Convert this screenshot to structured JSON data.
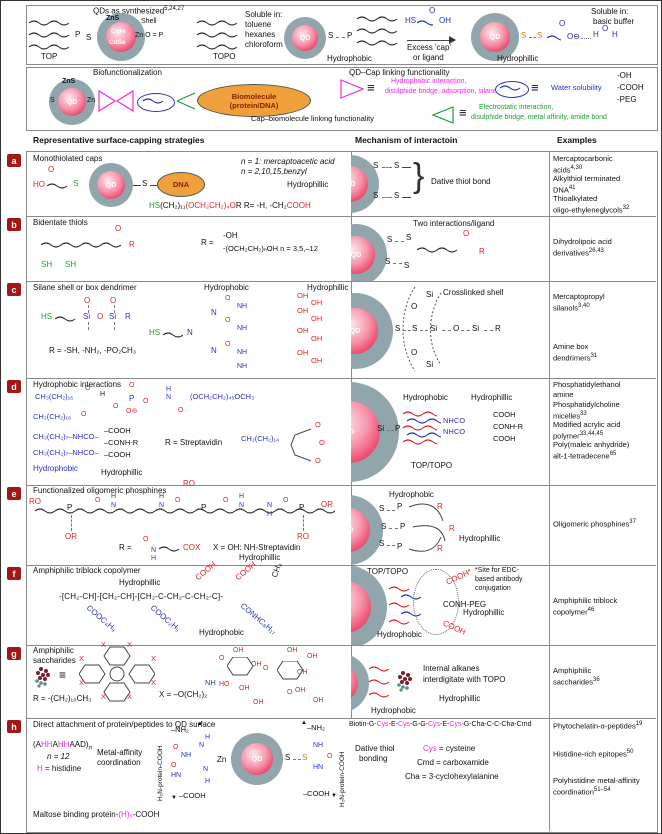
{
  "panel1": {
    "title": "QDs as synthesized",
    "sup": "5,24,27",
    "top": "TOP",
    "topo": "TOPO",
    "p1": "P",
    "s1": "S",
    "zns": "ZnS",
    "shell": "Shell",
    "core": "Core",
    "cdse": "CdSe",
    "znop": "Zn O = P",
    "sol": [
      "Soluble in:",
      "toluene",
      "hexanes",
      "chloroform"
    ],
    "qd1": "QD",
    "s2": "S",
    "p2": "P",
    "hydrophobic": "Hydrophobic",
    "hs": "HS",
    "o1": "O",
    "oh": "OH",
    "ex1": "Excess 'cap'",
    "ex2": "or ligand",
    "qd2": "QD",
    "s3": "S",
    "s4": "S",
    "o2": "O",
    "ominus": "O⊖",
    "h1": "H",
    "o3": "O",
    "h2": "H",
    "hydrophillic": "Hydrophillic",
    "sol2": [
      "Soluble in:",
      "basic buffer"
    ]
  },
  "panel2": {
    "title": "Biofunctionalization",
    "zns": "ZnS",
    "s": "S",
    "qd": "QD",
    "zn": "Zn",
    "bio1": "Biomolecule",
    "bio2": "(protein/DNA)",
    "qdcap": "QD–Cap linking functionality",
    "mag1": "Hydrophobic interaction,",
    "mag2": "disulphide bridge, adsorption, silane",
    "water": "Water solubility",
    "oh": "-OH",
    "cooh": "-COOH",
    "peg": "-PEG",
    "capbio": "Cap–biomolecule linking functionality",
    "grn1": "Electrostatic interaction,",
    "grn2": "disulphide bridge, metal affinity, amide bond"
  },
  "hdr": {
    "c1": "Representative surface-capping strategies",
    "c2": "Mechanism of interactoin",
    "c3": "Examples"
  },
  "a": {
    "letter": "a",
    "title": "Monothiolated caps",
    "n1": "n = 1: mercaptoacetic acid",
    "n2": "n = 2,10,15,benzyl",
    "ho": "HO",
    "o": "O",
    "s1": "S",
    "qd": "QD",
    "s2": "S",
    "dna": "DNA",
    "hyd": "Hydrophillic",
    "f1": "HS",
    "f2": "(CH₂)₁₁",
    "f3": "(OCH₂CH₂)₄O",
    "f4": "R  R= -H, -CH₂",
    "f5": "COOH",
    "ms1": "S",
    "ms2": "S",
    "ms3": "S",
    "ms4": "S",
    "mqd": "QD",
    "mech": "Dative thiol bond",
    "ex1": "Mercaptocarbonic",
    "ex2": "acids",
    "ex2s": "4,30",
    "ex3": "Alkylthiol terminated",
    "ex4": "DNA",
    "ex4s": "41",
    "ex5": "Thioalkylated",
    "ex6": "oligo-ethyleneglycols",
    "ex6s": "32"
  },
  "b": {
    "letter": "b",
    "title": "Bidentate thiols",
    "sh1": "SH",
    "sh2": "SH",
    "o": "O",
    "r": "R",
    "req": "R =",
    "r1": "-OH",
    "r2": "-(OCH₂CH₂)ₙOH   n = 3,5,–12",
    "mt": "Two interactions/ligand",
    "mqd": "QD",
    "ms1": "S",
    "ms2": "S",
    "ms3": "S",
    "ms4": "S",
    "mo": "O",
    "mr": "R",
    "ex1": "Dihydrolipoic acid",
    "ex2": "derivatives",
    "ex2s": "26,43"
  },
  "c": {
    "letter": "c",
    "title": "Silane shell or box dendrimer",
    "hpho": "Hydrophobic",
    "hphi": "Hydrophillic",
    "hs1": "HS",
    "si1": "Si",
    "o1": "O",
    "si2": "Si",
    "r": "R",
    "ot1": "O",
    "ot2": "O",
    "req": "R = -SH, -NH₂, -PO₂CH₃",
    "hs2": "HS",
    "n1": "N",
    "n2": "N",
    "n3": "N",
    "o2": "O",
    "o3": "O",
    "o4": "O",
    "nh1": "NH",
    "nh2": "NH",
    "nh3": "NH",
    "nh4": "NH",
    "oh": [
      "OH",
      "OH",
      "OH",
      "OH",
      "OH",
      "OH",
      "OH",
      "OH"
    ],
    "mt": "Crosslinked shell",
    "mqd": "QD",
    "ms1": "S",
    "ms2": "S",
    "msi1": "Si",
    "mo1": "O",
    "msi2": "Si",
    "mr": "R",
    "mou": "O",
    "msiu": "Si",
    "mol": "O",
    "msil": "Si",
    "ex1": "Mercaptopropyl",
    "ex2": "silanols",
    "ex2s": "3,40",
    "ex3": "Amine box",
    "ex4": "dendrimers",
    "ex4s": "31"
  },
  "d": {
    "letter": "d",
    "title": "Hydrophobic interactions",
    "c1": "CH₃(CH₂)₁₆",
    "c2": "CH₂(CH₂)₁₆",
    "o1": "O",
    "o2": "O",
    "h1": "H",
    "o3": "O",
    "p": "P",
    "o4": "O",
    "o5": "O⊖",
    "o6": "O",
    "h2": "H",
    "n1": "N",
    "o7": "O",
    "peg": "(OCH₂CH₂)₄₅OCH₃",
    "c3": "CH₃(CH₂)₇–NHCO–",
    "cooh1": "–COOH",
    "conhr": "–CONH-R",
    "c4": "CH₃(CH₂)₇–NHCO–",
    "cooh2": "–COOH",
    "rs": "R = Streptavidin",
    "hpho": "Hydrophobic",
    "hphi": "Hydrophillic",
    "c5": "CH₂(CH₂)₁₄",
    "ao1": "O",
    "ao2": "O",
    "ao3": "O",
    "mhpho": "Hydrophobic",
    "mhphi": "Hydrophillic",
    "mqd": "QD",
    "msi": "Si",
    "mp": "P",
    "mn1": "NHCO",
    "mn2": "NHCO",
    "mc1": "COOH",
    "mc2": "CONH-R",
    "mc3": "COOH",
    "mtt": "TOP/TOPO",
    "ex1": "Phosphatidylethanol",
    "ex2": "amine",
    "ex3": "Phosphatidylcholine",
    "ex4": "micelles",
    "ex4s": "33",
    "ex5": "Modified acrylic acid",
    "ex6": "polymer",
    "ex6s": "33,44,45",
    "ex7": "Poly(maleic anhydride)",
    "ex8": "alt-1-tetradecene",
    "ex8s": "65"
  },
  "e": {
    "letter": "e",
    "title": "Functionalized oligomeric phosphines",
    "ro1": "RO",
    "p1": "P",
    "or1": "OR",
    "o1": "O",
    "h1": "H",
    "n1": "N",
    "h2": "H",
    "n2": "N",
    "o2": "O",
    "ro2": "RO",
    "p2": "P",
    "o3": "O",
    "h3": "H",
    "n3": "N",
    "n4": "N",
    "h4": "H",
    "o4": "O",
    "p3": "P",
    "or2": "OR",
    "ro3": "RO",
    "req": "R =",
    "rco": "O",
    "rn": "N",
    "rh": "H",
    "cox": "COX",
    "xeq": "X = OH: NH-Streptavidin",
    "hphi": "Hydrophillic",
    "mhpho": "Hydrophobic",
    "mqd": "QD",
    "ms1": "S",
    "ms2": "S",
    "ms3": "S",
    "mp1": "P",
    "mp2": "P",
    "mp3": "P",
    "mr1": "R",
    "mr2": "R",
    "mr3": "R",
    "mhphi": "Hydrophillic",
    "ex1": "Oligomeric phosphines",
    "ex1s": "37"
  },
  "f": {
    "letter": "f",
    "title": "Amphiphilic triblock copolymer",
    "hphi": "Hydrophillic",
    "bb": "-[CH₂-CH]-[CH₂-CH]-[CH₂-C-CH₂-C-CH₂-C]-",
    "cooh1": "COOH",
    "cooh2": "COOH",
    "ch3": "CH₃",
    "e1": "COOC₄H₉",
    "e2": "COOC₂H₅",
    "e3": "CONHC₈H₁₇",
    "hpho": "Hydrophobic",
    "mtt": "TOP/TOPO",
    "mqd": "QD",
    "mc1": "COOH*",
    "mc2": "CONH-PEG",
    "mc3": "COOH",
    "site1": "*Site for EDC-",
    "site2": "based antibody",
    "site3": "conjugation",
    "mhphi": "Hydrophillic",
    "mhpho": "Hydrophobic",
    "ex1": "Amphiphilic triblock",
    "ex2": "copolymer",
    "ex2s": "46"
  },
  "g": {
    "letter": "g",
    "t1": "Amphiphilic",
    "t2": "saccharides",
    "eq": "≡",
    "x": [
      "X",
      "X",
      "X",
      "X",
      "X",
      "X",
      "X",
      "X"
    ],
    "req": "R = -(CH₂)₁₀CH₃",
    "xeq": "X = –O(CH₂)₂",
    "nh": "NH",
    "co": "O",
    "oh": [
      "OH",
      "OH",
      "OH",
      "OH",
      "OH",
      "OH",
      "OH",
      "OH",
      "OH"
    ],
    "ho": "HO",
    "ro1": "O",
    "ro2": "O",
    "m1": "Internal alkanes",
    "m2": "interdigitate with TOPO",
    "mhphi": "Hydrophillic",
    "mhpho": "Hydrophobic",
    "mqd": "QD",
    "ex1": "Amphiphilic",
    "ex2": "saccharides",
    "ex2s": "36"
  },
  "h": {
    "letter": "h",
    "title": "Direct attachment of protein/peptides to QD surface",
    "seq": [
      "(A",
      "HH",
      "A",
      "HH",
      "AAD)",
      "n"
    ],
    "neq": "n = 12",
    "hh": "H",
    "heq": " = histidine",
    "met1": "Metal-affinity",
    "met2": "coordination",
    "vert": "H₂N-protein-COOH",
    "nh2l": "–NH₂",
    "lh1": "H",
    "ln1": "N",
    "lo1": "O",
    "lnh": "NH",
    "lo2": "O",
    "lhn": "HN",
    "ln2": "N",
    "lh2": "H",
    "coohl": "–COOH",
    "zn": "Zn",
    "qd": "QD",
    "s1": "S",
    "s2": "S",
    "rnh": "NH",
    "ro": "O",
    "rhn": "HN",
    "nh2r": "–NH₂",
    "coohr": "–COOH",
    "biotin": [
      "Biotin-G-",
      "Cys",
      "-E-",
      "Cys",
      "-G-G-",
      "Cys",
      "-E-",
      "Cys",
      "-G-Cha-C-C-Cha-Cmd"
    ],
    "dat1": "Dative thiol",
    "dat2": "bonding",
    "cys": "Cys",
    "cysr": " = cysteine",
    "cmd": "Cmd = carboxamide",
    "cha": "Cha = 3-cyclohexylalanine",
    "malt1": "Maltose binding protein-",
    "malt2": "(H)₅",
    "malt3": "-COOH",
    "ex1": "Phytochelatin-α-peptides",
    "ex1s": "19",
    "ex2": "Histidine-rich epitopes",
    "ex2s": "50",
    "ex3": "Polyhistidine metal-affinity",
    "ex4": "coordination",
    "ex4s": "51–54"
  }
}
